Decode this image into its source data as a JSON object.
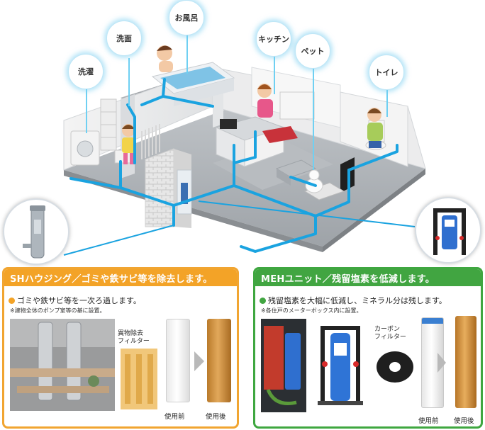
{
  "rooms": {
    "laundry": "洗濯",
    "washroom": "洗面",
    "bath": "お風呂",
    "kitchen": "キッチン",
    "pet": "ペット",
    "toilet": "トイレ"
  },
  "colors": {
    "pipe": "#1aa3e0",
    "orange": "#f3a327",
    "green": "#41a541"
  },
  "sh_panel": {
    "title": "SHハウジング／ゴミや鉄サビ等を除去します。",
    "bullet": "ゴミや鉄サビ等を一次ろ過します。",
    "note": "※建物全体のポンプ室等の基に設置。",
    "filter_label_1": "異物除去",
    "filter_label_2": "フィルター",
    "before": "使用前",
    "after": "使用後"
  },
  "meh_panel": {
    "title": "MEHユニット／残留塩素を低減します。",
    "bullet": "残留塩素を大幅に低減し、ミネラル分は残します。",
    "note": "※各住戸のメーターボックス内に設置。",
    "carbon_label_1": "カーボン",
    "carbon_label_2": "フィルター",
    "before": "使用前",
    "after": "使用後"
  }
}
